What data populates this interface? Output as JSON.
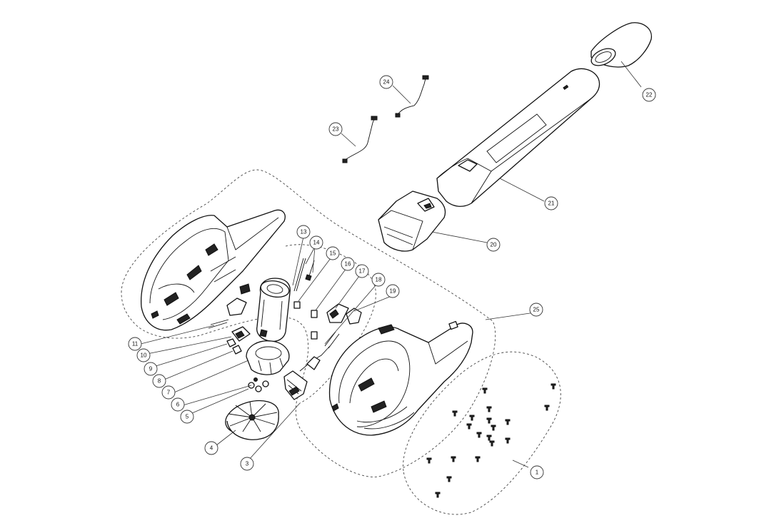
{
  "callouts": [
    {
      "id": "c1",
      "label": "1"
    },
    {
      "id": "c3",
      "label": "3"
    },
    {
      "id": "c4",
      "label": "4"
    },
    {
      "id": "c5",
      "label": "5"
    },
    {
      "id": "c6",
      "label": "6"
    },
    {
      "id": "c7",
      "label": "7"
    },
    {
      "id": "c8",
      "label": "8"
    },
    {
      "id": "c9",
      "label": "9"
    },
    {
      "id": "c10",
      "label": "10"
    },
    {
      "id": "c11",
      "label": "11"
    },
    {
      "id": "c13",
      "label": "13"
    },
    {
      "id": "c14",
      "label": "14"
    },
    {
      "id": "c15",
      "label": "15"
    },
    {
      "id": "c16",
      "label": "16"
    },
    {
      "id": "c17",
      "label": "17"
    },
    {
      "id": "c18",
      "label": "18"
    },
    {
      "id": "c19",
      "label": "19"
    },
    {
      "id": "c20",
      "label": "20"
    },
    {
      "id": "c21",
      "label": "21"
    },
    {
      "id": "c22",
      "label": "22"
    },
    {
      "id": "c23",
      "label": "23"
    },
    {
      "id": "c24",
      "label": "24"
    },
    {
      "id": "c25",
      "label": "25"
    }
  ]
}
